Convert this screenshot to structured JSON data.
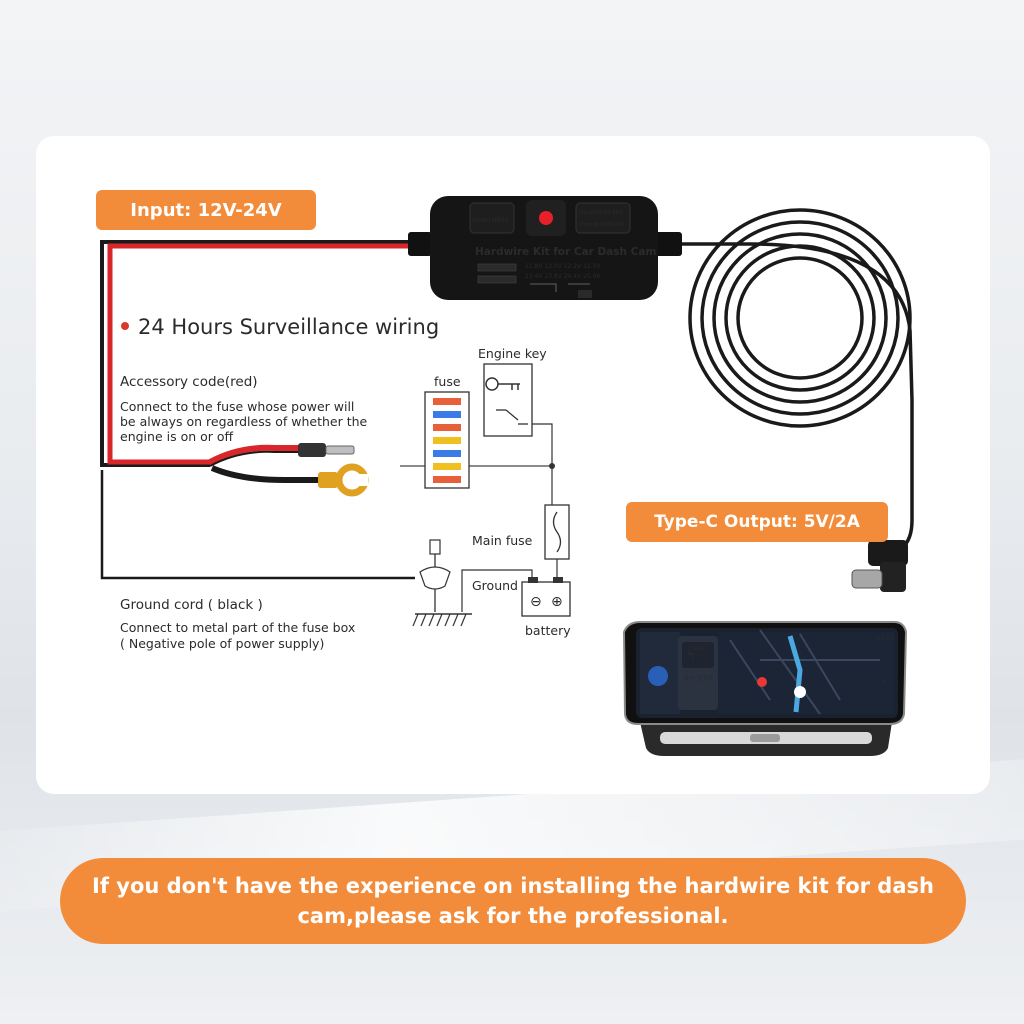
{
  "labels": {
    "input": "Input: 12V-24V",
    "output": "Type-C Output: 5V/2A",
    "title": "24 Hours Surveillance wiring",
    "accessory_heading": "Accessory code(red)",
    "accessory_desc": [
      "Connect to the fuse whose power will",
      "be always on regardless  of whether the",
      "engine is on or off"
    ],
    "engine_key": "Engine key",
    "fuse": "fuse",
    "main_fuse": "Main fuse",
    "ground": "Ground",
    "battery": "battery",
    "ground_heading": "Ground cord ( black )",
    "ground_desc": [
      "Connect to metal part of the fuse box",
      "( Negative pole of power supply)"
    ],
    "warning": "If you don't have the experience on installing the hardwire kit for dash cam,please ask for the professional."
  },
  "device": {
    "title": "Hardwire Kit for Car Dash Cam",
    "model": "Model:HB00",
    "input_label": "Input:DC8V-36V",
    "output_label": "Output:DC5V/2A",
    "specs_row1": "11.8V  12.0V  12.2V  12.5V",
    "specs_row2": "23.4V  23.8V  24.4V  25.0V"
  },
  "screen": {
    "time": "21:25",
    "distance": "276M",
    "road": "前方 主干道"
  },
  "colors": {
    "accent_orange": "#f28c3a",
    "wire_red": "#d8262b",
    "wire_black": "#1a1a1a",
    "bullet_red": "#d83a2a"
  }
}
